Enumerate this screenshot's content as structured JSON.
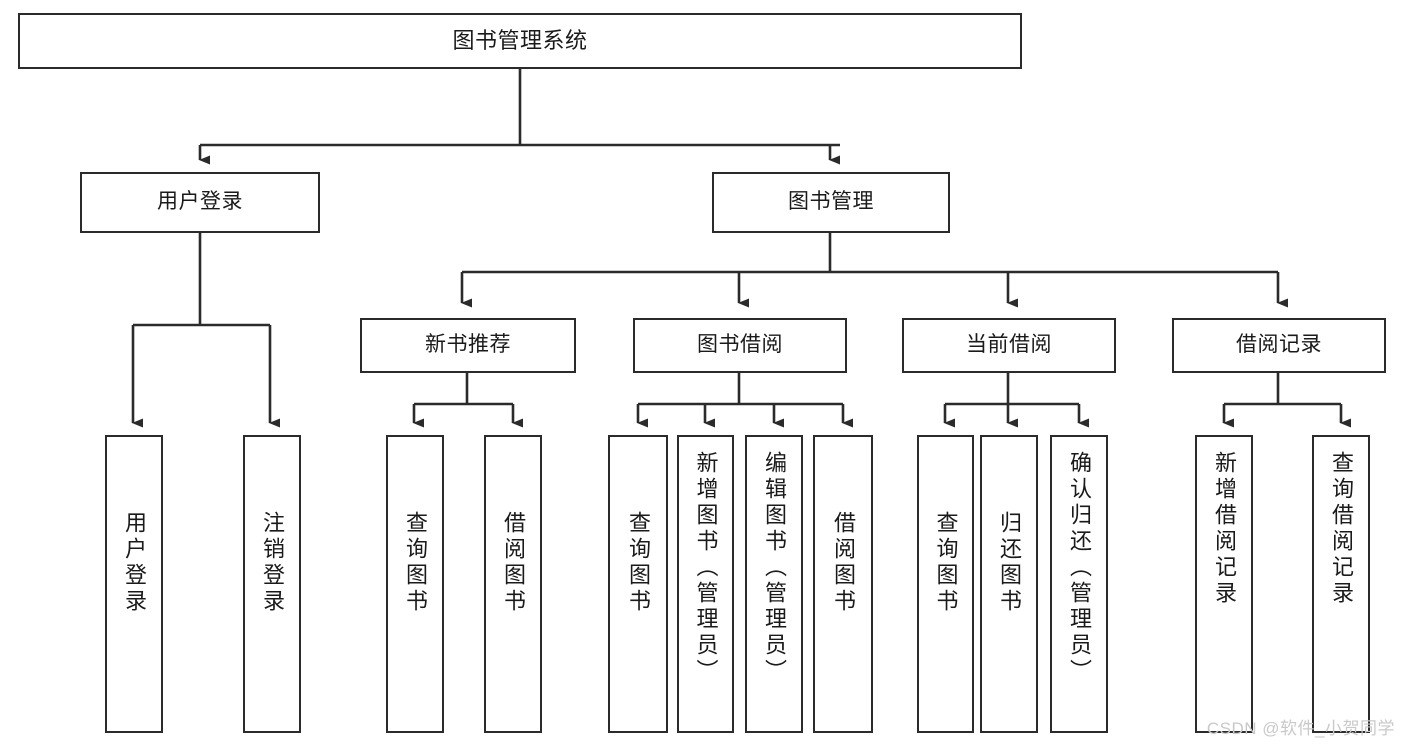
{
  "diagram": {
    "title": "图书管理系统",
    "type": "tree-hierarchy",
    "levels": 4,
    "nodes": {
      "root": {
        "label": "图书管理系统"
      },
      "level2": [
        {
          "id": "user-login",
          "label": "用户登录"
        },
        {
          "id": "book-management",
          "label": "图书管理"
        }
      ],
      "level3": [
        {
          "id": "new-book-recommend",
          "label": "新书推荐"
        },
        {
          "id": "book-borrow",
          "label": "图书借阅"
        },
        {
          "id": "current-borrow",
          "label": "当前借阅"
        },
        {
          "id": "borrow-record",
          "label": "借阅记录"
        }
      ],
      "leaves": {
        "user-login": [
          {
            "id": "leaf-user-login",
            "label": "用户登录"
          },
          {
            "id": "leaf-logout",
            "label": "注销登录"
          }
        ],
        "new-book-recommend": [
          {
            "id": "leaf-query-book-1",
            "label": "查询图书"
          },
          {
            "id": "leaf-borrow-book-1",
            "label": "借阅图书"
          }
        ],
        "book-borrow": [
          {
            "id": "leaf-query-book-2",
            "label": "查询图书"
          },
          {
            "id": "leaf-add-book",
            "label": "新增图书（管理员）"
          },
          {
            "id": "leaf-edit-book",
            "label": "编辑图书（管理员）"
          },
          {
            "id": "leaf-borrow-book-2",
            "label": "借阅图书"
          }
        ],
        "current-borrow": [
          {
            "id": "leaf-query-book-3",
            "label": "查询图书"
          },
          {
            "id": "leaf-return-book",
            "label": "归还图书"
          },
          {
            "id": "leaf-confirm-return",
            "label": "确认归还（管理员）"
          }
        ],
        "borrow-record": [
          {
            "id": "leaf-add-record",
            "label": "新增借阅记录"
          },
          {
            "id": "leaf-query-record",
            "label": "查询借阅记录"
          }
        ]
      }
    },
    "colors": {
      "stroke": "#2b2b2b",
      "fill": "#ffffff",
      "text": "#1a1a1a",
      "watermark": "#c9c9c9"
    }
  },
  "watermark": {
    "text": "CSDN @软件_小贺同学"
  }
}
